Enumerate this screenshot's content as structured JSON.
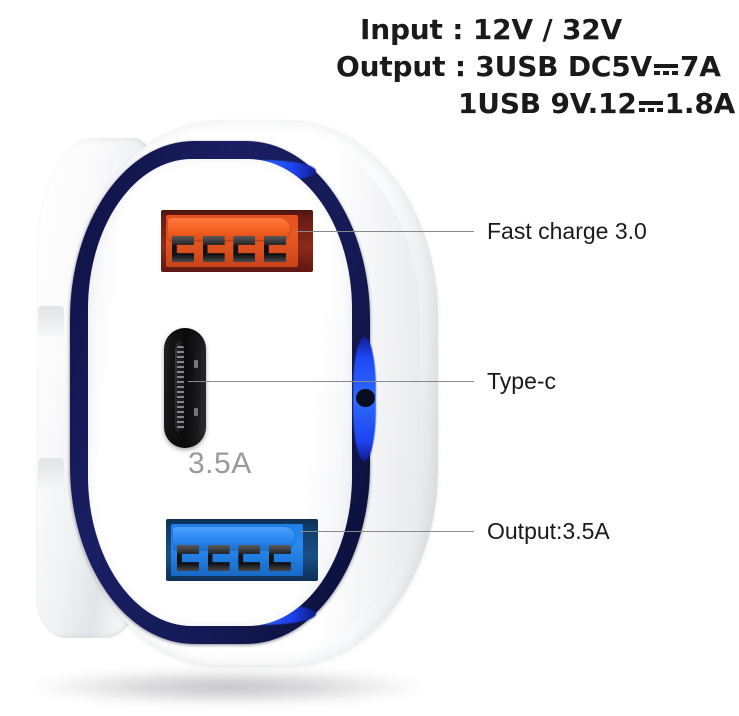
{
  "specs": {
    "input_label": "Input",
    "input_sep": " : ",
    "input_value": "12V / 32V",
    "output_label": "Output",
    "output_sep": " : ",
    "output_line1_pre": "3USB DC5V",
    "output_line1_post": "7A",
    "output_line2_pre": "1USB 9V.12",
    "output_line2_post": "1.8A",
    "dc_symbol_name": "direct-current-symbol"
  },
  "callouts": [
    {
      "id": "fast-charge",
      "label": "Fast charge 3.0",
      "target": "orange-usb-port"
    },
    {
      "id": "type-c",
      "label": "Type-c",
      "target": "type-c-port"
    },
    {
      "id": "output-rating",
      "label": "Output:3.5A",
      "target": "blue-usb-port"
    }
  ],
  "device": {
    "name": "usb-car-charger",
    "face_rating_text": "3.5A",
    "ports": {
      "orange": {
        "name": "orange-usb-port",
        "color": "#e4501f",
        "pin_count": 4
      },
      "blue": {
        "name": "blue-usb-port",
        "color": "#1f7fe8",
        "pin_count": 4
      },
      "typec": {
        "name": "type-c-port",
        "color": "#121213"
      }
    },
    "ring": {
      "base_color": "#15194f",
      "glow_color": "#2a63ff",
      "dot_color": "#0a0c20",
      "glow_segments": [
        "top",
        "bottom",
        "left",
        "right"
      ]
    },
    "shell_color": "#ffffff"
  }
}
